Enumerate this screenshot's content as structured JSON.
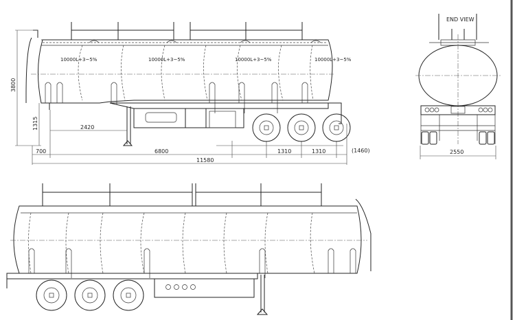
{
  "side_view": {
    "compartment_labels": [
      "10000L+3~5%",
      "10000L+3~5%",
      "10000L+3~5%",
      "10000L+3~5%"
    ],
    "dimensions": {
      "overall_height": "3800",
      "fifth_wheel_height": "1315",
      "kingpin_to_landing_gear": "2420",
      "front_overhang": "700",
      "kingpin_to_first_axle": "6800",
      "axle_spacing_1": "1310",
      "axle_spacing_2": "1310",
      "rear_overhang": "(1460)",
      "overall_length": "11580"
    }
  },
  "end_view": {
    "title": "END VIEW",
    "width_dimension": "2550"
  }
}
